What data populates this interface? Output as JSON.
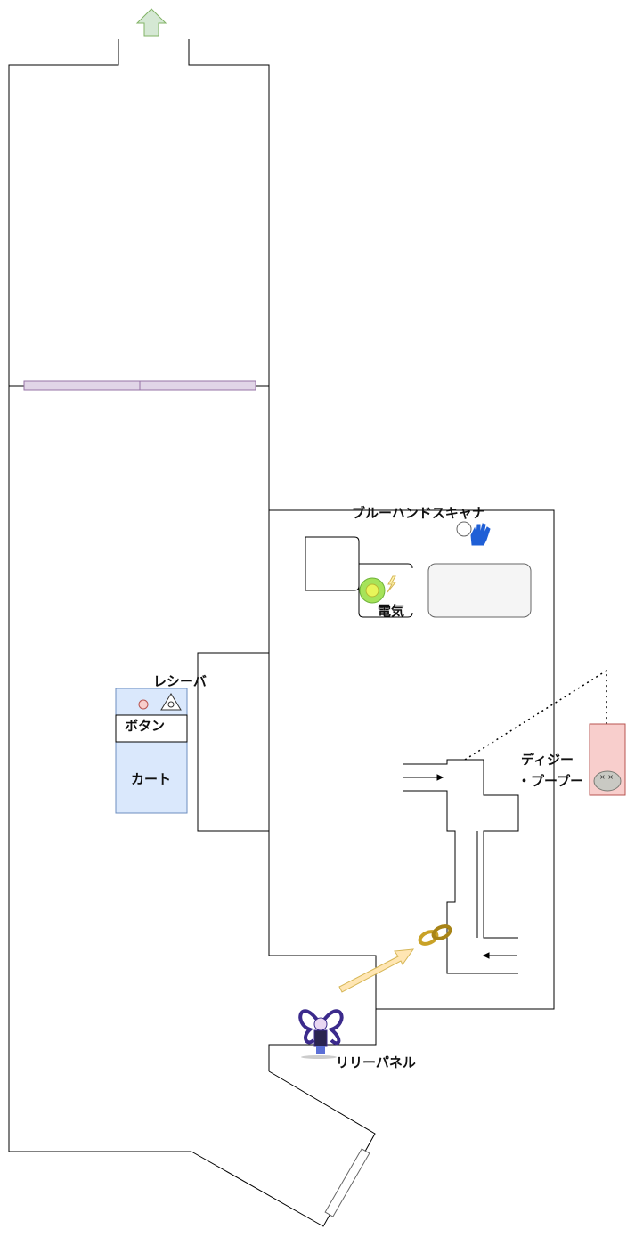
{
  "labels": {
    "blue_hand_scanner": "ブルーハンドスキャナ",
    "electricity": "電気",
    "receiver": "レシーバ",
    "button": "ボタン",
    "cart": "カート",
    "dizzy_line1": "ディジー",
    "dizzy_line2": "・プープー",
    "lily_panel": "リリーパネル"
  },
  "colors": {
    "wall": "#000000",
    "exit_arrow_fill": "#d5e8d4",
    "exit_arrow_stroke": "#82b366",
    "door_fill": "#e1d5e7",
    "door_stroke": "#9673a6",
    "cart_fill": "#dae8fc",
    "cart_stroke": "#6c8ebf",
    "receiver_circle_fill": "#f8cecc",
    "receiver_circle_stroke": "#b85450",
    "electric_outer": "#a6e35a",
    "electric_inner": "#e8f55a",
    "panel_fill": "#f5f5f5",
    "panel_stroke": "#666666",
    "dizzy_fill": "#f8cecc",
    "dizzy_stroke": "#b85450",
    "path_arrow_fill": "#ffe6b3",
    "path_arrow_stroke": "#d6b656",
    "scanner_blue": "#1f5fd6",
    "lily_purple": "#3b2a8c",
    "ring_gold": "#c9a227",
    "gray_pad": "#ffffff",
    "gray_pad_stroke": "#666666"
  },
  "icons": {
    "exit": "up-arrow-icon",
    "scanner": "blue-hand-icon",
    "electric": "lightning-icon",
    "receiver_symbol": "eye-triangle-icon",
    "dizzy": "rock-creature-icon",
    "lily": "lily-character-icon",
    "rings": "gold-ring-icon"
  }
}
